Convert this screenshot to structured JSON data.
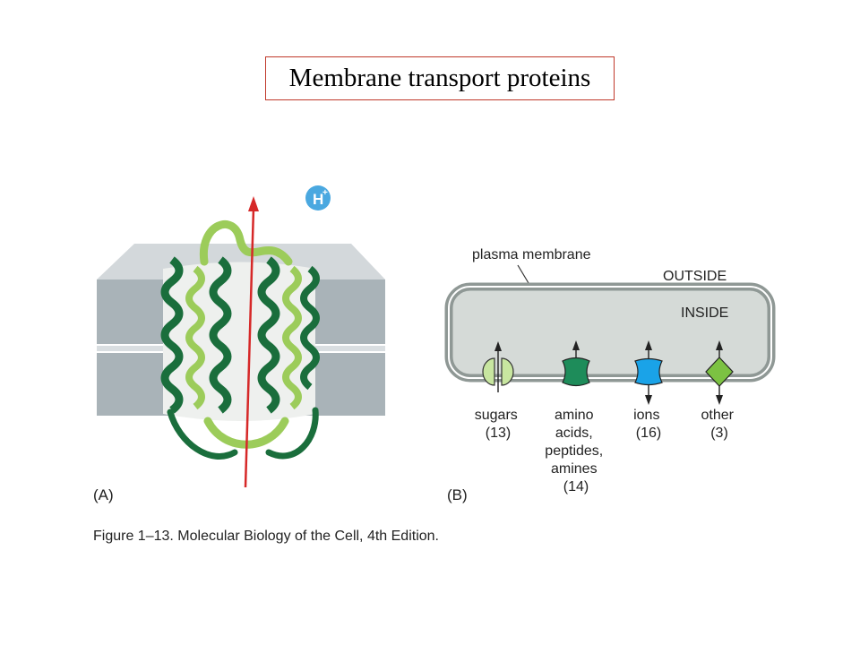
{
  "title": "Membrane transport proteins",
  "panel_a": {
    "label": "(A)",
    "ion_label": "H",
    "ion_charge": "+"
  },
  "panel_b": {
    "label": "(B)",
    "membrane_label": "plasma membrane",
    "outside_label": "OUTSIDE",
    "inside_label": "INSIDE",
    "transporters": [
      {
        "lines": [
          "sugars",
          "(13)"
        ],
        "color": "#c8e6a0"
      },
      {
        "lines": [
          "amino",
          "acids,",
          "peptides,",
          "amines",
          "(14)"
        ],
        "color": "#1e8c5a"
      },
      {
        "lines": [
          "ions",
          "(16)"
        ],
        "color": "#1aa3e8"
      },
      {
        "lines": [
          "other",
          "(3)"
        ],
        "color": "#7cc242"
      }
    ]
  },
  "caption": "Figure 1–13. Molecular Biology of the Cell, 4th Edition.",
  "colors": {
    "title_border": "#c0392b",
    "membrane_block": "#a9b3b8",
    "helix_dark": "#1a6e3c",
    "helix_light": "#9ccc5a",
    "proton_arrow": "#d62828",
    "proton_ion": "#4aa8e0",
    "cell_fill": "#d5dad7"
  }
}
